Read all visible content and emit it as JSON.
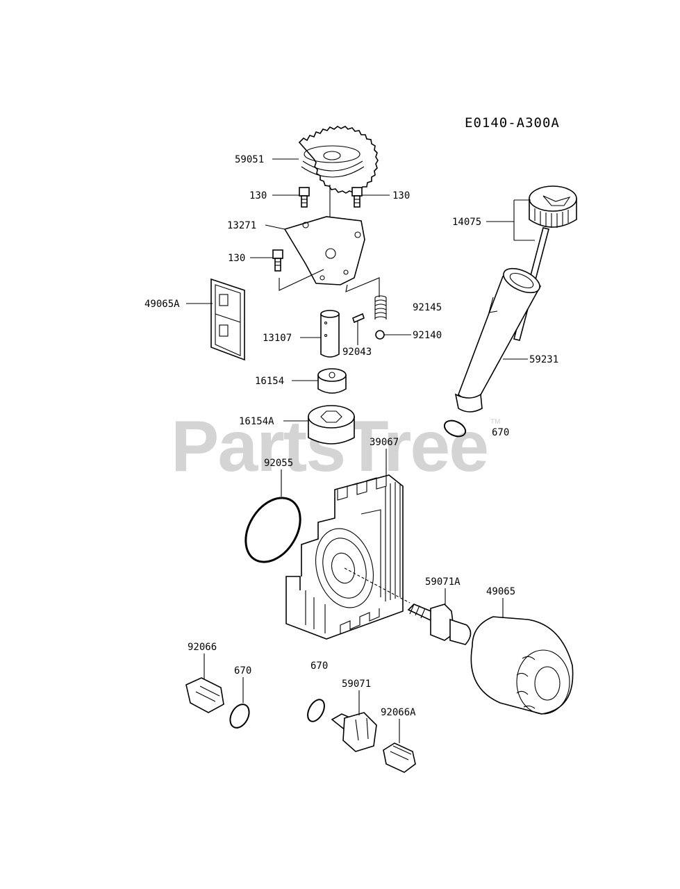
{
  "diagram_code": "E0140-A300A",
  "watermark": {
    "text": "PartsTree",
    "tm": "TM"
  },
  "labels": {
    "p59051": "59051",
    "p130a": "130",
    "p130b": "130",
    "p130c": "130",
    "p13271": "13271",
    "p14075": "14075",
    "p49065A": "49065A",
    "p92145": "92145",
    "p13107": "13107",
    "p92140": "92140",
    "p92043": "92043",
    "p59231": "59231",
    "p16154": "16154",
    "p16154A": "16154A",
    "p670a": "670",
    "p39067": "39067",
    "p92055": "92055",
    "p59071A": "59071A",
    "p49065": "49065",
    "p92066": "92066",
    "p670b": "670",
    "p670c": "670",
    "p59071": "59071",
    "p92066A": "92066A"
  }
}
